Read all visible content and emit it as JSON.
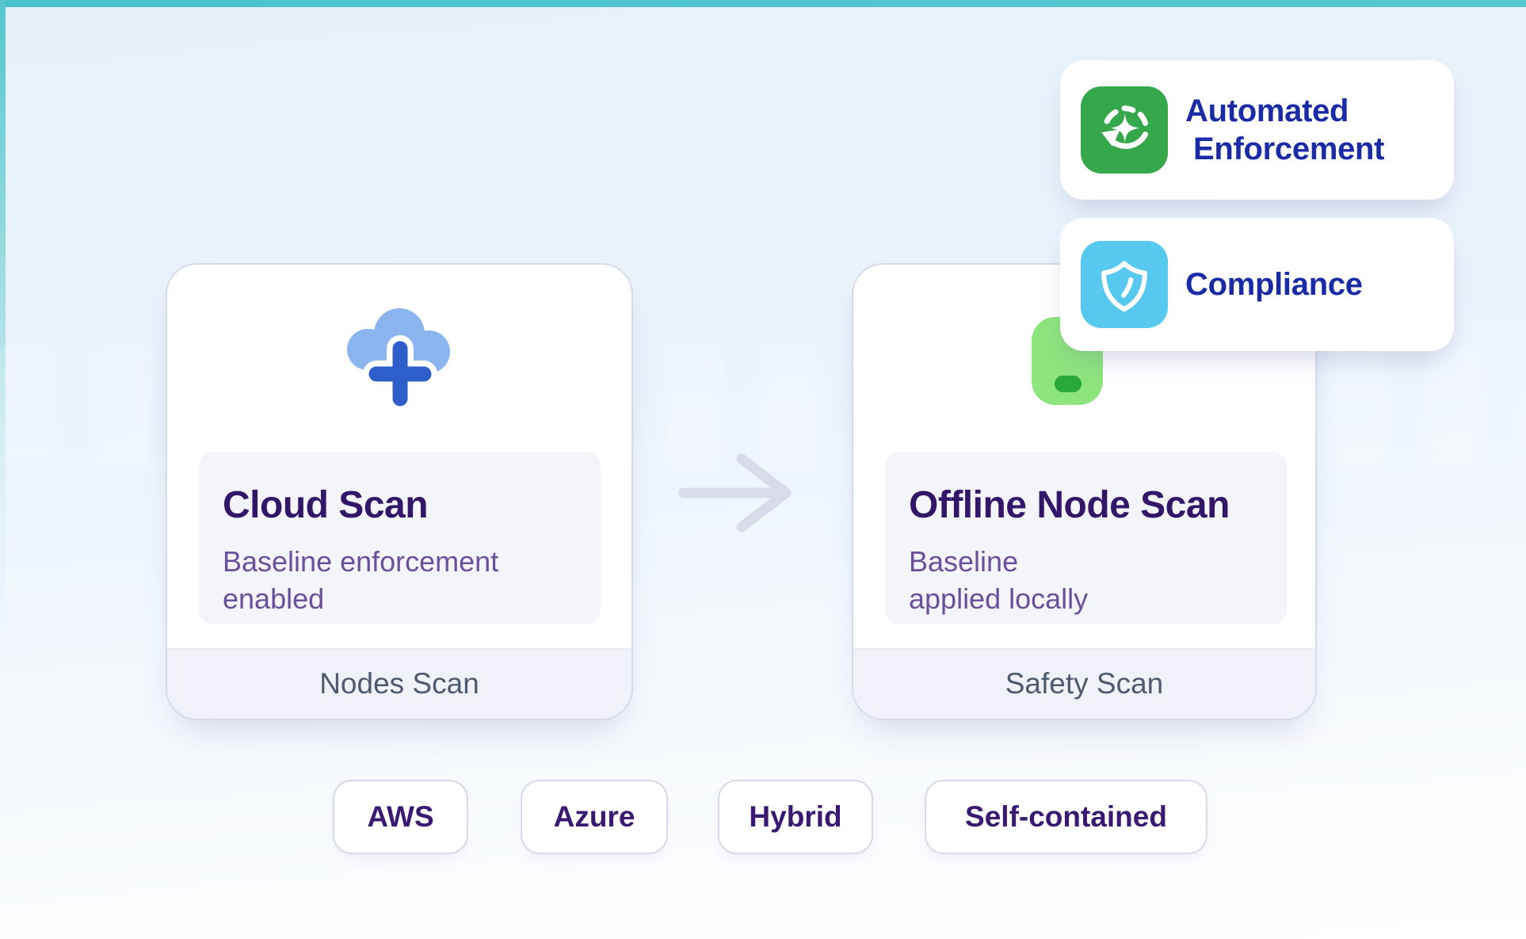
{
  "cards": {
    "cloud": {
      "title": "Cloud Scan",
      "description": "Baseline enforcement enabled",
      "footer": "Nodes Scan",
      "icon": "cloud-plus-icon"
    },
    "offline": {
      "title": "Offline Node Scan",
      "description_line1": "Baseline",
      "description_line2": "applied locally",
      "footer": "Safety Scan",
      "icon": "offline-node-icon"
    }
  },
  "flow": {
    "arrow_icon": "right-arrow-icon",
    "arrow_color": "#d8dcea"
  },
  "badges": {
    "automated": {
      "label_line1": "Automated",
      "label_line2": "Enforcement",
      "icon": "sync-sparkle-icon",
      "icon_color": "#35a84c"
    },
    "compliance": {
      "label": "Compliance",
      "icon": "shield-icon",
      "icon_color": "#57c9ee"
    }
  },
  "tags": [
    {
      "label": "AWS"
    },
    {
      "label": "Azure"
    },
    {
      "label": "Hybrid"
    },
    {
      "label": "Self-contained"
    }
  ],
  "colors": {
    "accent_teal": "#52c5cf",
    "badge_text_navy": "#1b2ba6",
    "title_purple": "#321668",
    "subtitle_purple": "#6a4f9b",
    "footer_slate": "#4e5a72",
    "cloud_blue": "#8ab5ef",
    "plus_blue": "#2d5ec9",
    "node_green_light": "#8ee47d",
    "node_green_dark": "#28a93a",
    "tag_text_purple": "#3a1a70"
  }
}
